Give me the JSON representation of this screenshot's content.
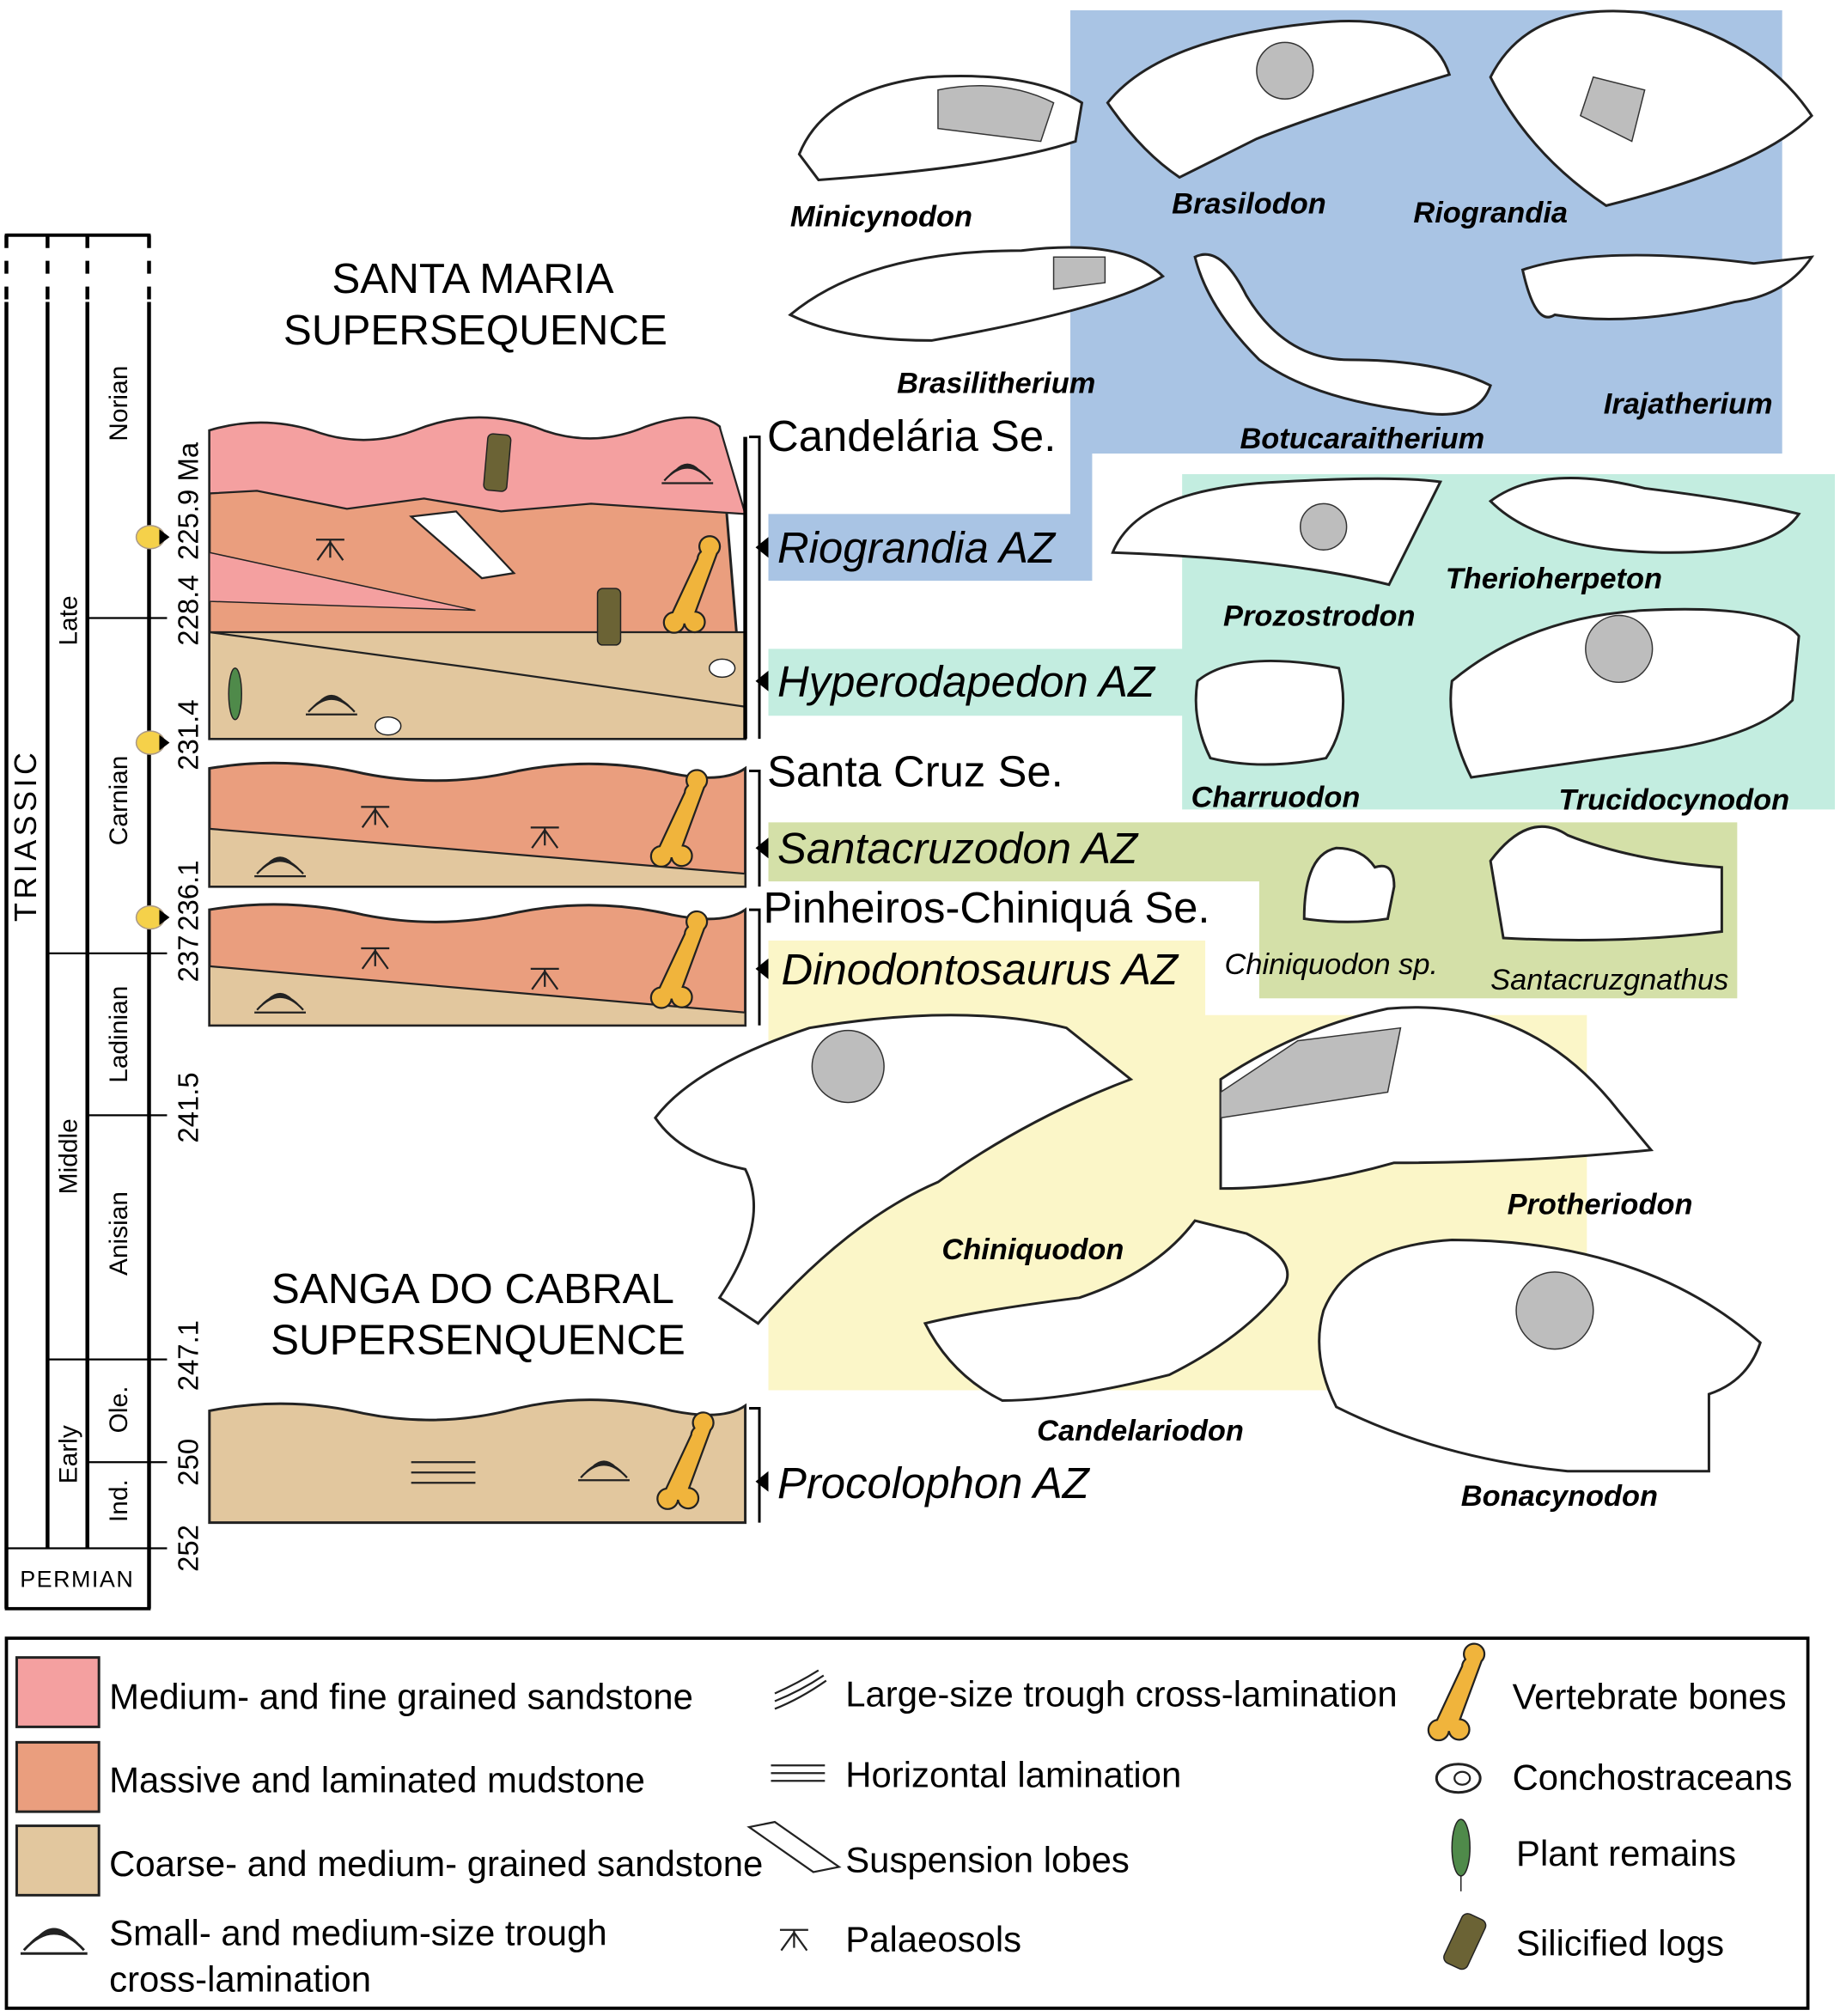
{
  "colors": {
    "riograndia_az": "#a9c4e4",
    "hyperodapedon_az": "#c3ede0",
    "santacruzodon_az": "#d4e0a8",
    "dinodontosaurus_az": "#fbf6c8",
    "fine_sandstone": "#f4a0a0",
    "mudstone": "#ea9e7e",
    "coarse_sandstone": "#e2c79e",
    "age_marker": "#f5d14a",
    "bone": "#f0b43c",
    "plant": "#4f8a4a",
    "log": "#6b6335"
  },
  "timescale": {
    "period": "TRIASSIC",
    "below": "PERMIAN",
    "epochs": [
      "Late",
      "Middle",
      "Early"
    ],
    "stages": [
      "Norian",
      "Carnian",
      "Ladinian",
      "Anisian",
      "Ole.",
      "Ind."
    ],
    "ages": [
      "225.9 Ma",
      "228.4",
      "231.4",
      "236.1",
      "237",
      "241.5",
      "247.1",
      "250",
      "252"
    ]
  },
  "titles": {
    "santa_maria": [
      "SANTA MARIA",
      "SUPERSEQUENCE"
    ],
    "sanga_do_cabral": [
      "SANGA DO CABRAL",
      "SUPERSENQUENCE"
    ]
  },
  "sequences": [
    "Candelária Se.",
    "Santa Cruz Se.",
    "Pinheiros-Chiniquá Se."
  ],
  "assemblage_zones": [
    "Riograndia AZ",
    "Hyperodapedon AZ",
    "Santacruzodon AZ",
    "Dinodontosaurus AZ",
    "Procolophon AZ"
  ],
  "taxa": {
    "riograndia": [
      "Minicynodon",
      "Brasilodon",
      "Riograndia",
      "Brasilitherium",
      "Botucaraitherium",
      "Irajatherium"
    ],
    "hyperodapedon": [
      "Prozostrodon",
      "Therioherpeton",
      "Charruodon",
      "Trucidocynodon"
    ],
    "santacruzodon": [
      "Chiniquodon sp.",
      "Santacruzgnathus"
    ],
    "dinodontosaurus": [
      "Chiniquodon",
      "Protheriodon",
      "Candelariodon",
      "Bonacynodon"
    ]
  },
  "legend": {
    "lithology": [
      "Medium- and fine grained sandstone",
      "Massive and laminated mudstone",
      "Coarse- and medium- grained sandstone",
      "Small- and medium-size trough",
      "cross-lamination"
    ],
    "structures": [
      "Large-size trough cross-lamination",
      "Horizontal lamination",
      "Suspension lobes",
      "Palaeosols"
    ],
    "fossils": [
      "Vertebrate bones",
      "Conchostraceans",
      "Plant remains",
      "Silicified logs"
    ]
  }
}
